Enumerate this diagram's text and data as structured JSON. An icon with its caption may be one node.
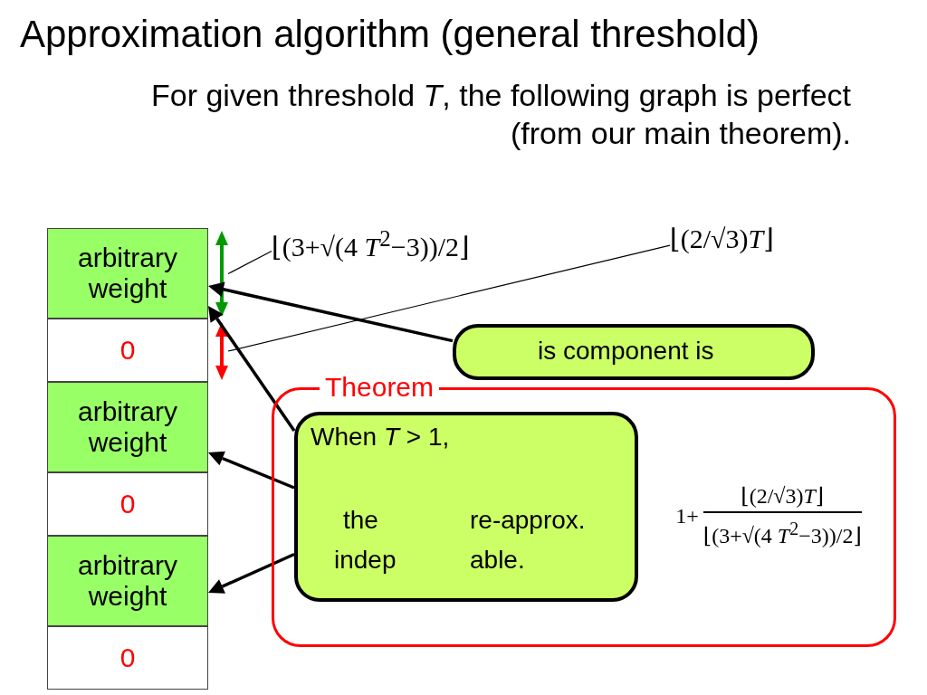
{
  "diagram": {
    "title": "Approximation algorithm (general threshold)",
    "nodes": [
      {
        "text": [
          "arbitrary weight"
        ]
      },
      {
        "text": [
          "0"
        ]
      },
      {
        "text": [
          "arbitrary weight"
        ]
      },
      {
        "text": [
          "0"
        ]
      },
      {
        "text": [
          "arbitrary weight"
        ]
      },
      {
        "text": [
          "0"
        ]
      },
      {
        "text": [
          "⌊(3+√(4 *T*$^{2}$−3))/2⌋"
        ]
      },
      {
        "text": [
          "⌊(2/√3)*T*⌋"
        ]
      },
      {
        "text": [],
        "shape": "arrow"
      },
      {
        "text": [],
        "shape": "arrow"
      },
      {
        "text": [
          "is component is"
        ]
      },
      {
        "text": [
          "Theorem"
        ]
      },
      {
        "text": [
          "When *T* > 1,",
          "the",
          "re-approx.",
          "indep",
          "able."
        ],
        "in": 11
      },
      {
        "text": [
          "1+",
          "⌊(2/√3)*T*⌋",
          "⌊(3+√(4 *T*$^{2}$−3))/2⌋"
        ],
        "in": 11
      }
    ],
    "edges": [
      {
        "from": 6,
        "to": 8,
        "arrow": "none"
      },
      {
        "from": 7,
        "to": 9,
        "arrow": "none"
      },
      {
        "from": 10,
        "to": 0,
        "arrow": "to"
      },
      {
        "from": 12,
        "to": 0,
        "arrow": "to"
      },
      {
        "from": 12,
        "to": 2,
        "arrow": "to"
      },
      {
        "from": 12,
        "to": 4,
        "arrow": "to"
      }
    ],
    "labels": [
      "For given threshold *T*, the following graph is perfect (from our main theorem)."
    ]
  }
}
